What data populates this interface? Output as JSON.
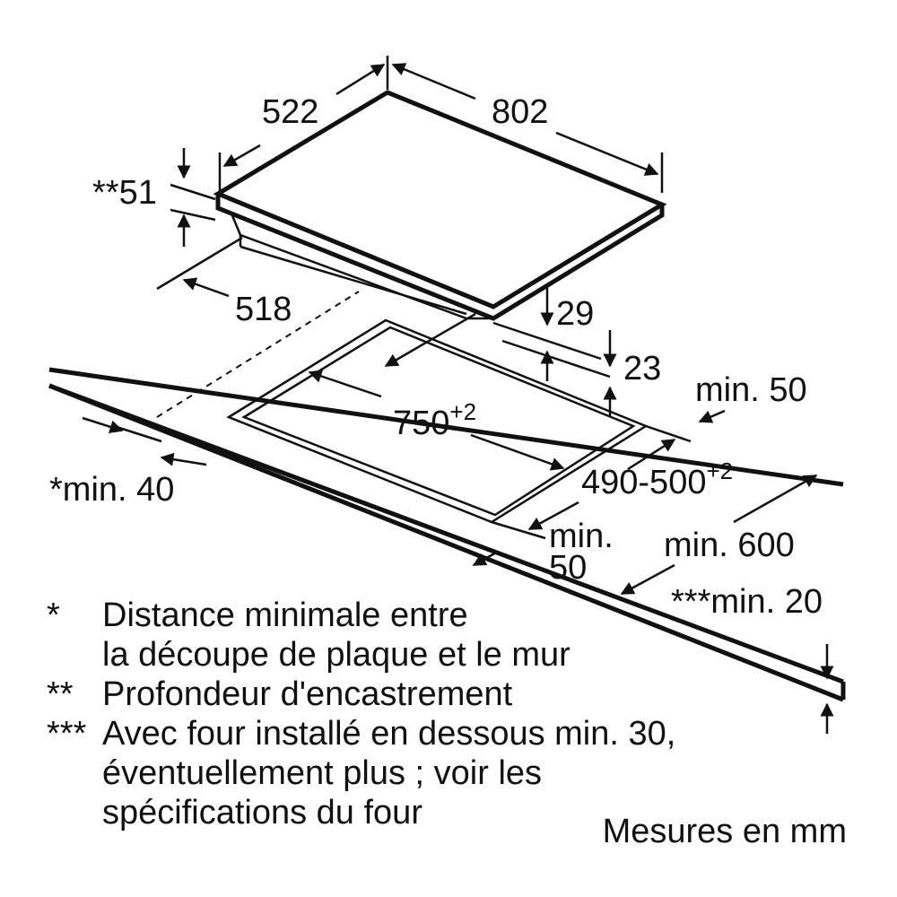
{
  "dimensions": {
    "hob_depth": "522",
    "hob_width": "802",
    "install_depth": "**51",
    "frame_depth": "518",
    "frame_height": "29",
    "glass_offset": "23",
    "cutout_width_base": "750",
    "cutout_width_tol": "+2",
    "cutout_depth_base": "490-500",
    "cutout_depth_tol": "+2",
    "min_back": "min. 50",
    "min_wall": "*min. 40",
    "min_front_line1": "min.",
    "min_front_line2": "50",
    "min_counter_depth": "min. 600",
    "min_thickness": "***min. 20"
  },
  "legend": [
    {
      "mark": "*",
      "lines": [
        "Distance minimale entre",
        "la découpe de plaque et le mur"
      ]
    },
    {
      "mark": "**",
      "lines": [
        "Profondeur d'encastrement"
      ]
    },
    {
      "mark": "***",
      "lines": [
        "Avec four installé en dessous min. 30,",
        "éventuellement plus ; voir les",
        "spécifications du four"
      ]
    }
  ],
  "units_note": "Mesures en mm"
}
